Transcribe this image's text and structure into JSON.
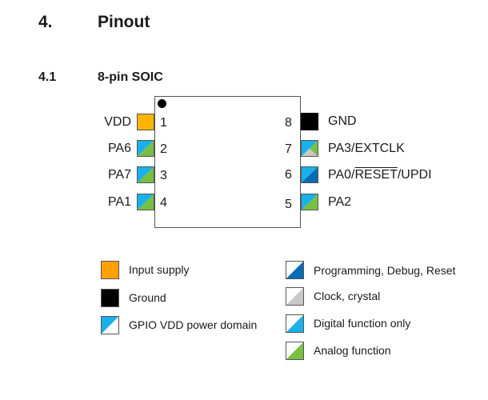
{
  "section": {
    "number": "4.",
    "title": "Pinout"
  },
  "subsection": {
    "number": "4.1",
    "title": "8-pin SOIC"
  },
  "pins": [
    {
      "num": "1",
      "name": "VDD",
      "type": "input-supply"
    },
    {
      "num": "2",
      "name": "PA6",
      "type": "digital-analog"
    },
    {
      "num": "3",
      "name": "PA7",
      "type": "digital-analog"
    },
    {
      "num": "4",
      "name": "PA1",
      "type": "digital-analog"
    },
    {
      "num": "5",
      "name": "PA2",
      "type": "digital-analog"
    },
    {
      "num": "6",
      "name_prefix": "PA0/",
      "name_overline": "RESET",
      "name_suffix": "/UPDI",
      "type": "digital-programming"
    },
    {
      "num": "7",
      "name": "PA3/EXTCLK",
      "type": "digital-analog-clock"
    },
    {
      "num": "8",
      "name": "GND",
      "type": "ground"
    }
  ],
  "legend": {
    "input_supply": "Input supply",
    "ground": "Ground",
    "gpio_vdd": "GPIO VDD power domain",
    "programming": "Programming, Debug, Reset",
    "clock": "Clock, crystal",
    "digital": "Digital function only",
    "analog": "Analog function"
  },
  "colors": {
    "supply": "#ffb400",
    "ground": "#000000",
    "digital": "#1ab0ea",
    "analog": "#77c043",
    "programming": "#0a6bb5",
    "clock": "#c8c8c8"
  }
}
